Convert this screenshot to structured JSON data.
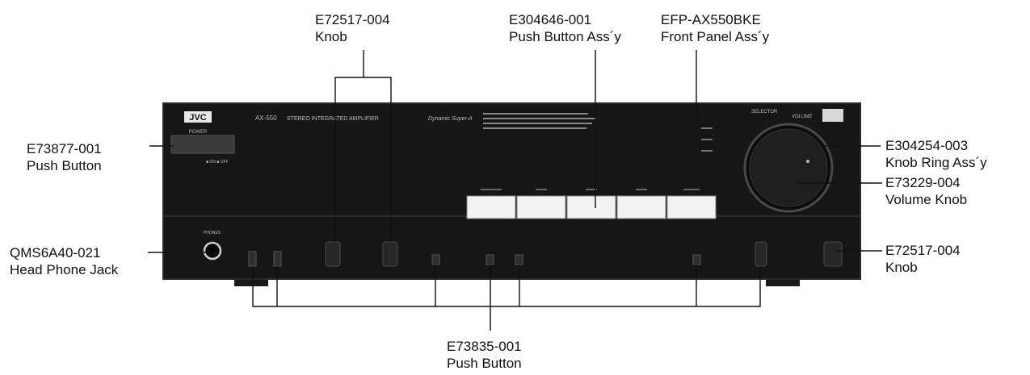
{
  "callouts": {
    "knob_top": {
      "part": "E72517-004",
      "desc": "Knob"
    },
    "push_button_assy": {
      "part": "E304646-001",
      "desc": "Push Button Ass´y"
    },
    "front_panel": {
      "part": "EFP-AX550BKE",
      "desc": "Front Panel Ass´y"
    },
    "power_button": {
      "part": "E73877-001",
      "desc": "Push Button"
    },
    "knob_ring": {
      "part": "E304254-003",
      "desc": "Knob Ring Ass´y"
    },
    "volume_knob": {
      "part": "E73229-004",
      "desc": "Volume Knob"
    },
    "headphone_jack": {
      "part": "QMS6A40-021",
      "desc": "Head Phone Jack"
    },
    "knob_right": {
      "part": "E72517-004",
      "desc": "Knob"
    },
    "push_button_bottom": {
      "part": "E73835-001",
      "desc": "Push Button"
    }
  },
  "panel": {
    "brand": "JVC",
    "model": "AX-550",
    "title": "STEREO INTEGRATED AMPLIFIER",
    "power_label": "POWER",
    "selector_label": "SELECTOR",
    "volume_label": "VOLUME",
    "phones_label": "PHONES"
  },
  "colors": {
    "panel": "#161616",
    "panel_edge": "#2a2a2a",
    "button": "#f2f2f2",
    "line": "#111111"
  }
}
